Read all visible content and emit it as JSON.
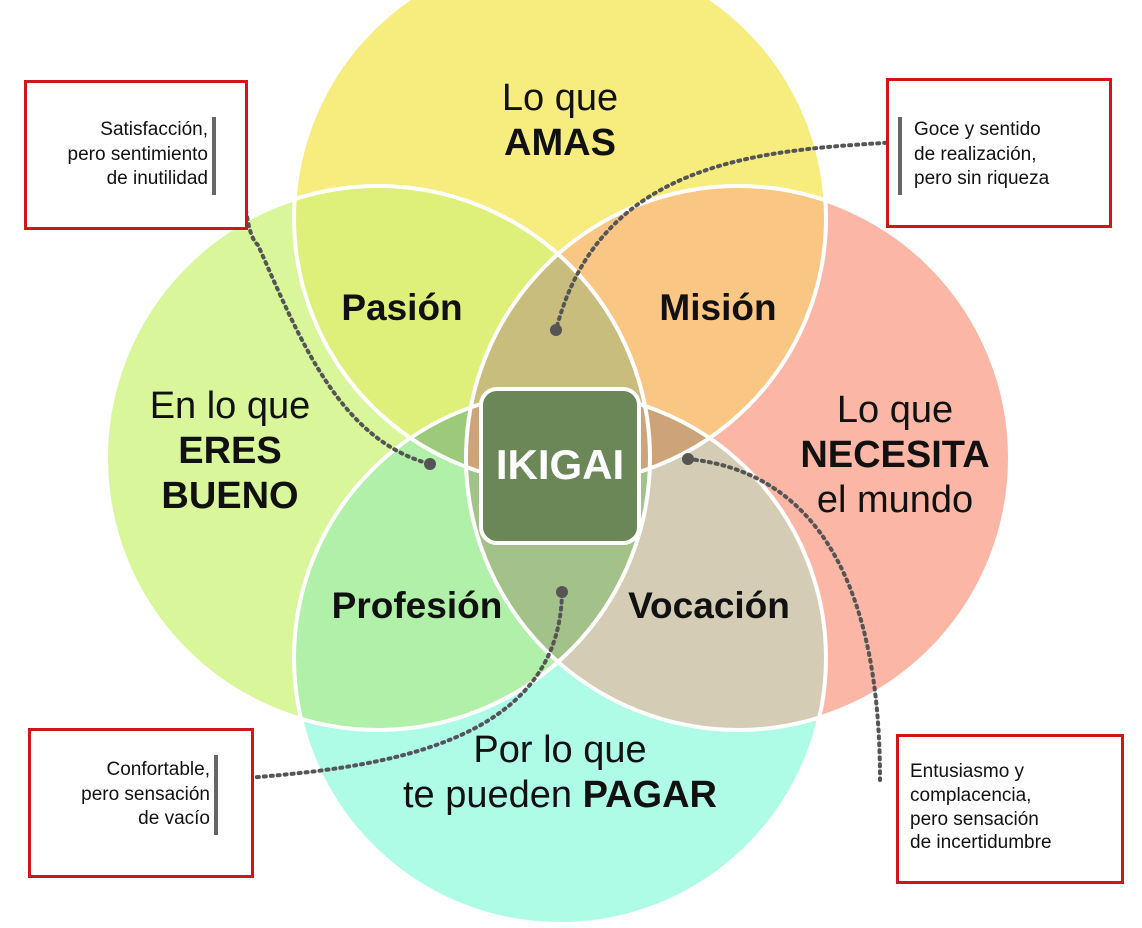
{
  "circles": {
    "love": {
      "light": "Lo que",
      "bold": "AMAS",
      "color": "#f7ec7e"
    },
    "good": {
      "light": "En lo que",
      "bold1": "ERES",
      "bold2": "BUENO",
      "color": "#d9f69a"
    },
    "world": {
      "light1": "Lo que",
      "bold": "NECESITA",
      "light2": "el mundo",
      "color": "#fbb6a6"
    },
    "paid": {
      "light1": "Por lo que",
      "light2": "te pueden ",
      "bold": "PAGAR",
      "color": "#aefbe6"
    }
  },
  "intersections": {
    "passion": {
      "label": "Pasión",
      "color": "#dff07a"
    },
    "mission": {
      "label": "Misión",
      "color": "#f9c684"
    },
    "profession": {
      "label": "Profesión",
      "color": "#b0f0a8"
    },
    "vocation": {
      "label": "Vocación",
      "color": "#d4ccb4"
    }
  },
  "center": {
    "label": "IKIGAI",
    "color": "#6b8758"
  },
  "notes": {
    "top_left": "Satisfacción,\npero sentimiento\nde inutilidad",
    "top_right": "Goce y sentido\nde realización,\npero sin riqueza",
    "bottom_left": "Confortable,\npero sensación\nde vacío",
    "bottom_right": "Entusiasmo y\ncomplacencia,\npero sensación\nde incertidumbre"
  },
  "colors": {
    "note_border": "#d01616",
    "connector": "#555555",
    "circle_stroke": "#ffffff"
  }
}
